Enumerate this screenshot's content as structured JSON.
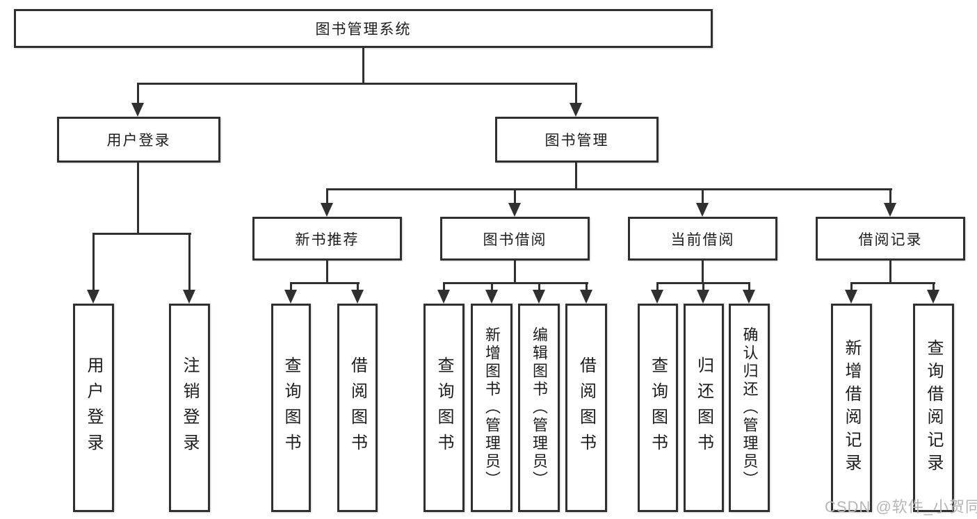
{
  "diagram_title": "图书管理系统",
  "colors": {
    "line": "#303030",
    "box_background": "#ffffff",
    "text": "#1c1c1c",
    "watermark": "#b5b5b5"
  },
  "tree": {
    "root": {
      "label": "图书管理系统"
    },
    "branches": [
      {
        "label": "用户登录",
        "children": [
          {
            "label": "用户登录"
          },
          {
            "label": "注销登录"
          }
        ]
      },
      {
        "label": "图书管理",
        "children": [
          {
            "label": "新书推荐",
            "children": [
              {
                "label": "查询图书"
              },
              {
                "label": "借阅图书"
              }
            ]
          },
          {
            "label": "图书借阅",
            "children": [
              {
                "label": "查询图书"
              },
              {
                "label": "新增图书（管理员）"
              },
              {
                "label": "编辑图书（管理员）"
              },
              {
                "label": "借阅图书"
              }
            ]
          },
          {
            "label": "当前借阅",
            "children": [
              {
                "label": "查询图书"
              },
              {
                "label": "归还图书"
              },
              {
                "label": "确认归还（管理员）"
              }
            ]
          },
          {
            "label": "借阅记录",
            "children": [
              {
                "label": "新增借阅记录"
              },
              {
                "label": "查询借阅记录"
              }
            ]
          }
        ]
      }
    ]
  },
  "watermark": {
    "text": "CSDN @软件_小贺同学"
  }
}
